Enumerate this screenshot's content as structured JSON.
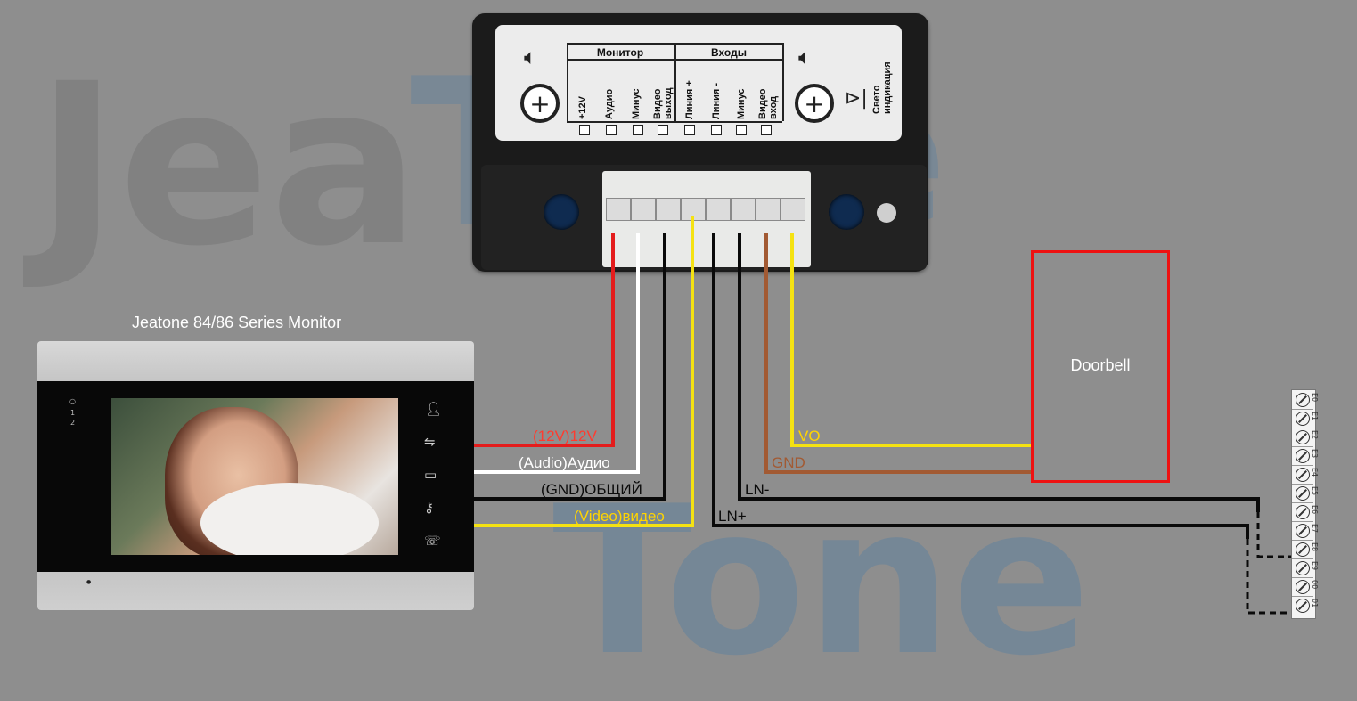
{
  "watermark": {
    "left_text": "Jea",
    "right_text": "Tone",
    "top_text": "Tone"
  },
  "panel": {
    "group_monitor": "Монитор",
    "group_inputs": "Входы",
    "columns": [
      "+12V",
      "Аудио",
      "Минус",
      "Видео\nвыход",
      "Линия +",
      "Линия -",
      "Минус",
      "Видео\nвход"
    ],
    "led_label": "Свето\nиндикация"
  },
  "monitor": {
    "title": "Jeatone 84/86 Series Monitor",
    "indicator_labels": [
      "1",
      "2"
    ]
  },
  "wires": {
    "w12v": "(12V)12V",
    "audio": "(Audio)Аудио",
    "gnd": "(GND)ОБЩИЙ",
    "video": "(Video)видео",
    "vo": "VO",
    "gnd_bell": "GND",
    "ln_minus": "LN-",
    "ln_plus": "LN+"
  },
  "doorbell": {
    "label": "Doorbell"
  },
  "terminal_strip": {
    "labels": [
      "E0",
      "E1",
      "E2",
      "E3",
      "E4",
      "E5",
      "E6",
      "E7",
      "E8",
      "E9",
      "00",
      "01"
    ]
  },
  "colors": {
    "red": "#e41c1c",
    "white": "#ffffff",
    "black": "#0a0a0a",
    "yellow": "#f5e212",
    "brown": "#a25a33",
    "label_red": "#ff3b2f",
    "label_yellow": "#ffd400"
  }
}
